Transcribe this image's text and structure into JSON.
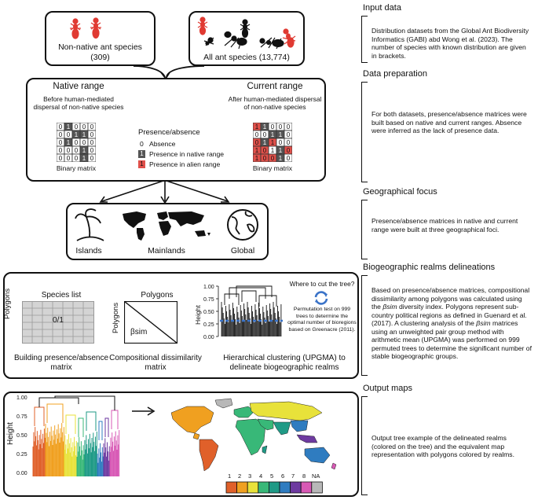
{
  "left": {
    "input_data": {
      "non_native_label": "Non-native ant species",
      "non_native_count": "(309)",
      "all_label": "All ant species (13,774)"
    },
    "data_prep": {
      "native_title": "Native range",
      "native_sub": "Before human-mediated dispersal of non-native species",
      "current_title": "Current range",
      "current_sub": "After human-mediated dispersal of non-native species",
      "matrix_label": "Binary matrix",
      "legend_title": "Presence/absence",
      "legend_absence": "Absence",
      "legend_native": "Presence in native range",
      "legend_alien": "Presence in alien range",
      "legend_zero": "0",
      "legend_one": "1",
      "native_matrix": [
        [
          "0",
          "1",
          "0",
          "0",
          "0"
        ],
        [
          "0",
          "0",
          "1",
          "1",
          "0"
        ],
        [
          "0",
          "1",
          "0",
          "0",
          "0"
        ],
        [
          "0",
          "0",
          "0",
          "1",
          "0"
        ],
        [
          "0",
          "0",
          "0",
          "1",
          "0"
        ]
      ],
      "native_matrix_dark": [
        [
          false,
          true,
          false,
          false,
          false
        ],
        [
          false,
          false,
          true,
          true,
          false
        ],
        [
          false,
          true,
          false,
          false,
          false
        ],
        [
          false,
          false,
          false,
          true,
          false
        ],
        [
          false,
          false,
          false,
          true,
          false
        ]
      ],
      "current_matrix": [
        [
          "1",
          "1",
          "0",
          "0",
          "0"
        ],
        [
          "0",
          "0",
          "1",
          "1",
          "0"
        ],
        [
          "0",
          "1",
          "1",
          "0",
          "0"
        ],
        [
          "1",
          "0",
          "1",
          "1",
          "0"
        ],
        [
          "1",
          "0",
          "0",
          "1",
          "0"
        ]
      ],
      "current_matrix_state": [
        [
          "r",
          "d",
          "w",
          "w",
          "w"
        ],
        [
          "w",
          "w",
          "d",
          "d",
          "w"
        ],
        [
          "r",
          "d",
          "r",
          "w",
          "w"
        ],
        [
          "r",
          "r",
          "w",
          "d",
          "r"
        ],
        [
          "r",
          "r",
          "r",
          "d",
          "w"
        ]
      ]
    },
    "geo": {
      "islands": "Islands",
      "mainlands": "Mainlands",
      "global": "Global"
    },
    "realms": {
      "species_list": "Species list",
      "polygons_axis": "Polygons",
      "cell_value": "0/1",
      "building": "Building presence/absence matrix",
      "polygons_top": "Polygons",
      "beta_sim": "βsim",
      "compositional": "Compositional dissimilarity matrix",
      "height_axis": "Height",
      "height_ticks": [
        "1.00",
        "0.75",
        "0.50",
        "0.25",
        "0.00"
      ],
      "cut_question": "Where to cut the tree?",
      "perm_text": "Permutation test on 999 trees to determine the optimal number of bioregions based on Greenacre (2011).",
      "hier": "Hierarchical clustering (UPGMA) to delineate biogeographic realms"
    },
    "output": {
      "height_axis": "Height",
      "height_ticks": [
        "1.00",
        "0.75",
        "0.50",
        "0.25",
        "0.00"
      ],
      "realm_labels": [
        "1",
        "2",
        "3",
        "4",
        "5",
        "6",
        "7",
        "8",
        "NA"
      ],
      "colors": {
        "r1": "#e0602a",
        "r2": "#f0a020",
        "r3": "#e8e23a",
        "r4": "#38b878",
        "r5": "#1f9a86",
        "r6": "#2f7cc0",
        "r7": "#6e3aa0",
        "r8": "#d859b5",
        "na": "#b8b8b8"
      }
    }
  },
  "right": {
    "input_title": "Input data",
    "input_text": "Distribution datasets from the Global Ant Biodiversity Informatics (GABI) abd Wong et al. (2023). The number of species with known distribution are given in brackets.",
    "prep_title": "Data preparation",
    "prep_text": "For both datasets, presence/absence matrices were built based on native and current ranges. Absence were inferred as the lack of presence data.",
    "geo_title": "Geographical focus",
    "geo_text": "Presence/absence matrices in native and current range were built at three geographical foci.",
    "realms_title": "Biogeographic realms delineations",
    "realms_text_1": "Based on presence/absence matrices, compositional dissimilarity among polygons was calculated using the ",
    "realms_text_em1": "βsim",
    "realms_text_2": " diversity index. Polygons represent sub-country political regions as defined in Guenard et al. (2017). A clustering analysis of the ",
    "realms_text_em2": "βsim",
    "realms_text_3": " matrices using an unweighted pair group method with arithmetic mean (UPGMA) was performed on 999 permuted trees to determine the significant number of stable biogeographic groups.",
    "output_title": "Output maps",
    "output_text": "Output tree example of the delineated realms (colored on the tree) and the equivalent map representation with polygons colored by realms."
  }
}
